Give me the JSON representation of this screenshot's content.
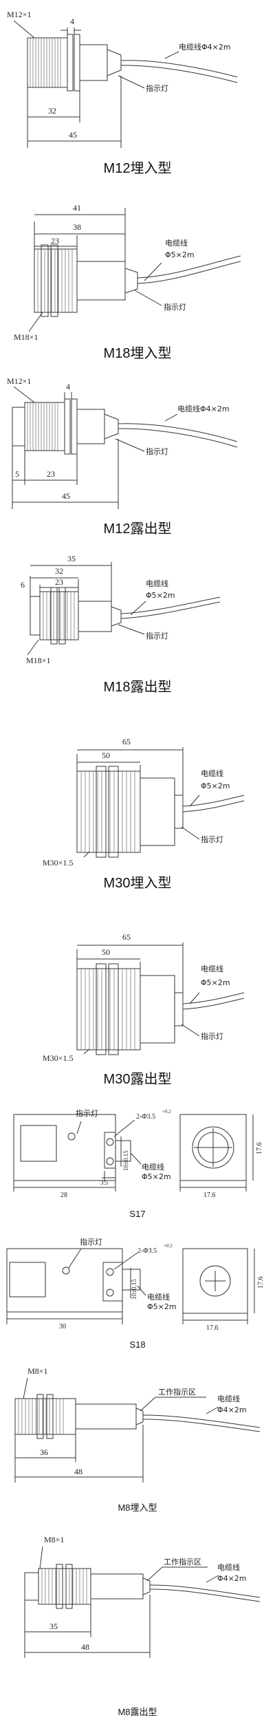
{
  "sections": [
    {
      "title": "M12埋入型",
      "labels": {
        "thread": "M12×1",
        "d_small": "4",
        "cable": "电缆线Φ4×2m",
        "indicator": "指示灯",
        "d_body": "32",
        "d_total": "45"
      }
    },
    {
      "title": "M18埋入型",
      "labels": {
        "d_total": "41",
        "d_mid": "38",
        "d_body": "23",
        "cable_a": "电缆线",
        "cable_b": "Φ5×2m",
        "indicator": "指示灯",
        "thread": "M18×1"
      }
    },
    {
      "title": "M12露出型",
      "labels": {
        "thread": "M12×1",
        "d_small": "4",
        "cable": "电缆线Φ4×2m",
        "indicator": "指示灯",
        "d_head": "5",
        "d_body": "23",
        "d_total": "45"
      }
    },
    {
      "title": "M18露出型",
      "labels": {
        "d_total": "35",
        "d_mid": "32",
        "d_head": "6",
        "d_body": "23",
        "cable_a": "电缆线",
        "cable_b": "Φ5×2m",
        "indicator": "指示灯",
        "thread": "M18×1"
      }
    },
    {
      "title": "M30埋入型",
      "labels": {
        "d_total": "65",
        "d_body": "50",
        "cable_a": "电缆线",
        "cable_b": "Φ5×2m",
        "indicator": "指示灯",
        "thread": "M30×1.5"
      }
    },
    {
      "title": "M30露出型",
      "labels": {
        "d_total": "65",
        "d_body": "50",
        "cable_a": "电缆线",
        "cable_b": "Φ5×2m",
        "indicator": "指示灯",
        "thread": "M30×1.5"
      }
    },
    {
      "title": "S17",
      "labels": {
        "indicator": "指示灯",
        "hole": "2-Φ3.5",
        "tol": "+0.2",
        "hole_pitch": "10±0.15",
        "cable_a": "电缆线",
        "cable_b": "Φ5×2m",
        "d_len": "28",
        "d_small": "3.5",
        "d_side": "17.6",
        "d_front": "17.6"
      }
    },
    {
      "title": "S18",
      "labels": {
        "indicator": "指示灯",
        "hole": "2-Φ3.5",
        "tol": "+0.2",
        "hole_pitch": "10±0.15",
        "cable_a": "电缆线",
        "cable_b": "Φ5×2m",
        "d_len": "30",
        "d_side": "17.6",
        "d_front": "17.6"
      }
    },
    {
      "title": "M8埋入型",
      "labels": {
        "thread": "M8×1",
        "zone": "工作指示区",
        "cable_a": "电缆线",
        "cable_b": "Φ4×2m",
        "d_body": "36",
        "d_total": "48"
      }
    },
    {
      "title": "M8露出型",
      "labels": {
        "thread": "M8×1",
        "zone": "工作指示区",
        "cable_a": "电缆线",
        "cable_b": "Φ4×2m",
        "d_body": "35",
        "d_total": "48"
      }
    }
  ]
}
